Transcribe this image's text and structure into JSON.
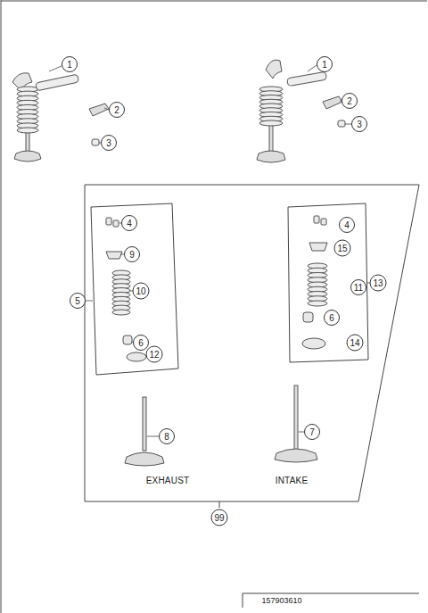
{
  "diagram": {
    "labels": [
      "1",
      "2",
      "3",
      "1",
      "2",
      "3",
      "4",
      "9",
      "5",
      "10",
      "6",
      "12",
      "4",
      "15",
      "11",
      "13",
      "6",
      "14",
      "8",
      "7",
      "EXHAUST",
      "INTAKE",
      "99",
      "157903610"
    ]
  }
}
